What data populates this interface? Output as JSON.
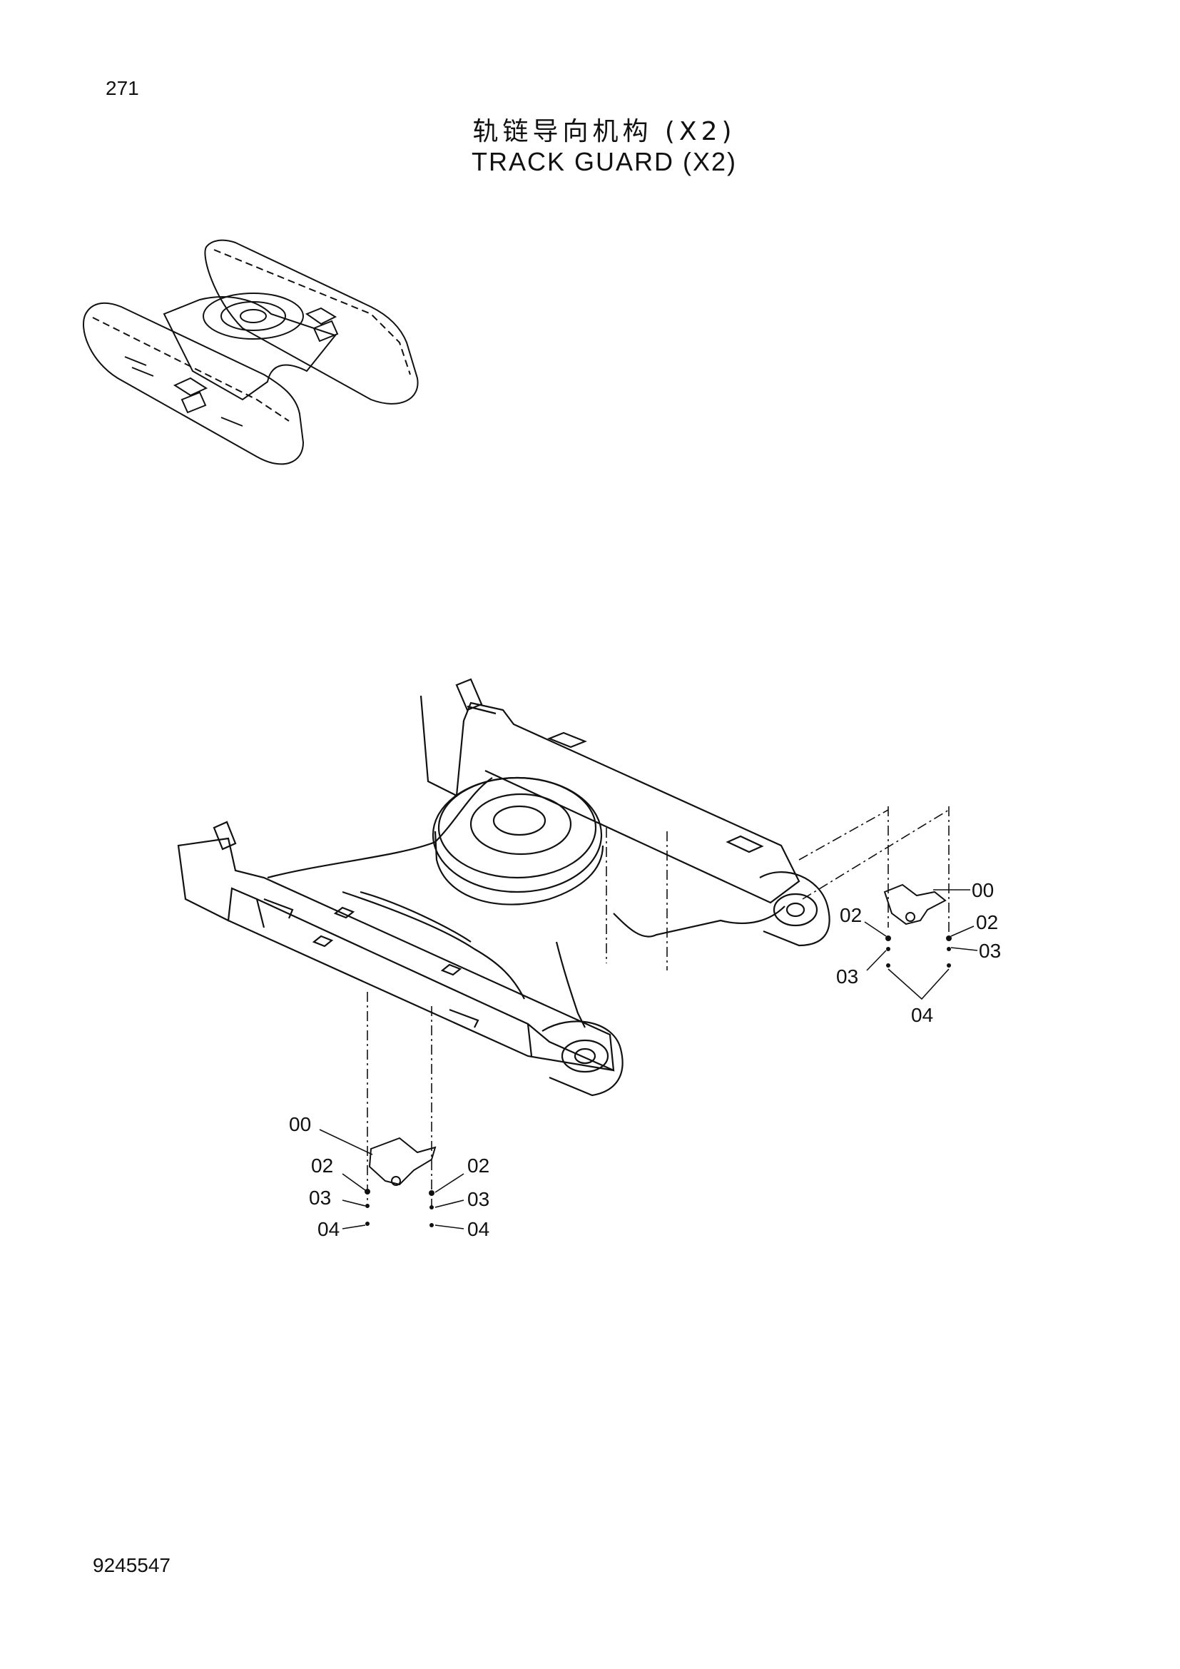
{
  "page_number": "271",
  "title_cn": "轨链导向机构 (X2)",
  "title_en": "TRACK GUARD (X2)",
  "document_number": "9245547",
  "callouts": {
    "right": {
      "p00": "00",
      "p02a": "02",
      "p02b": "02",
      "p03a": "03",
      "p03b": "03",
      "p04": "04"
    },
    "left": {
      "p00": "00",
      "p02a": "02",
      "p02b": "02",
      "p03a": "03",
      "p03b": "03",
      "p04a": "04",
      "p04b": "04"
    }
  }
}
